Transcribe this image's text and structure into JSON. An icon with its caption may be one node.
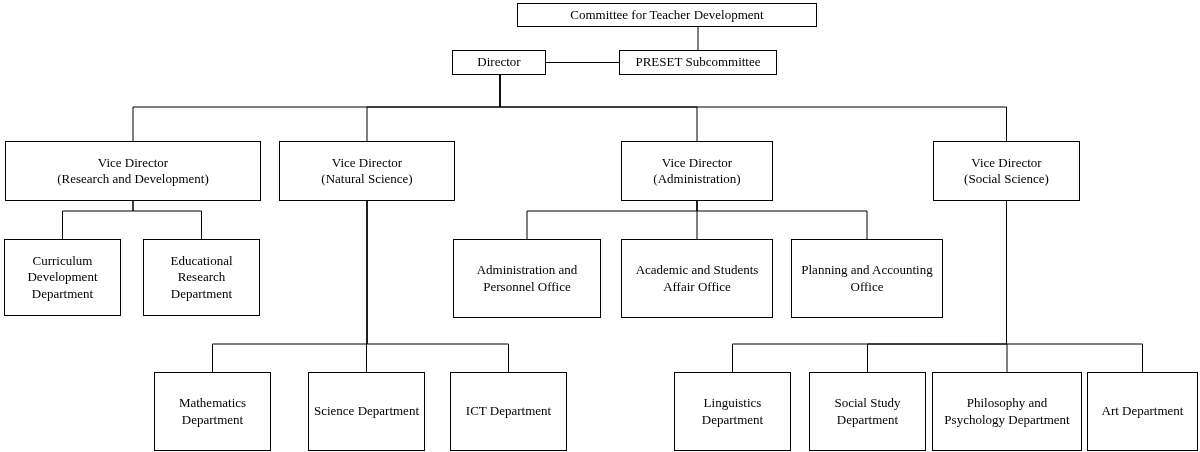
{
  "diagram": {
    "nodes": [
      {
        "text": [
          "Committee for Teacher Development"
        ]
      },
      {
        "text": [
          "Director"
        ]
      },
      {
        "text": [
          "PRESET Subcommittee"
        ]
      },
      {
        "text": [
          "Vice Director",
          "(Research and Development)"
        ]
      },
      {
        "text": [
          "Vice Director",
          "(Natural Science)"
        ]
      },
      {
        "text": [
          "Vice Director",
          "(Administration)"
        ]
      },
      {
        "text": [
          "Vice Director",
          "(Social Science)"
        ]
      },
      {
        "text": [
          "Curriculum Development Department"
        ]
      },
      {
        "text": [
          "Educational Research Department"
        ]
      },
      {
        "text": [
          "Mathematics Department"
        ]
      },
      {
        "text": [
          "Science Department"
        ]
      },
      {
        "text": [
          "ICT Department"
        ]
      },
      {
        "text": [
          "Administration and Personnel Office"
        ]
      },
      {
        "text": [
          "Academic and Students Affair Office"
        ]
      },
      {
        "text": [
          "Planning and Accounting Office"
        ]
      },
      {
        "text": [
          "Linguistics Department"
        ]
      },
      {
        "text": [
          "Social Study Department"
        ]
      },
      {
        "text": [
          "Philosophy and Psychology Department"
        ]
      },
      {
        "text": [
          "Art Department"
        ]
      }
    ],
    "edges": [
      {
        "from": 0,
        "to": 2,
        "arrow": "none"
      },
      {
        "from": 1,
        "to": 2,
        "arrow": "none"
      },
      {
        "from": 1,
        "to": 3,
        "arrow": "none"
      },
      {
        "from": 1,
        "to": 4,
        "arrow": "none"
      },
      {
        "from": 1,
        "to": 5,
        "arrow": "none"
      },
      {
        "from": 1,
        "to": 6,
        "arrow": "none"
      },
      {
        "from": 3,
        "to": 7,
        "arrow": "none"
      },
      {
        "from": 3,
        "to": 8,
        "arrow": "none"
      },
      {
        "from": 4,
        "to": 9,
        "arrow": "none"
      },
      {
        "from": 4,
        "to": 10,
        "arrow": "none"
      },
      {
        "from": 4,
        "to": 11,
        "arrow": "none"
      },
      {
        "from": 5,
        "to": 12,
        "arrow": "none"
      },
      {
        "from": 5,
        "to": 13,
        "arrow": "none"
      },
      {
        "from": 5,
        "to": 14,
        "arrow": "none"
      },
      {
        "from": 6,
        "to": 15,
        "arrow": "none"
      },
      {
        "from": 6,
        "to": 16,
        "arrow": "none"
      },
      {
        "from": 6,
        "to": 17,
        "arrow": "none"
      },
      {
        "from": 6,
        "to": 18,
        "arrow": "none"
      }
    ]
  }
}
